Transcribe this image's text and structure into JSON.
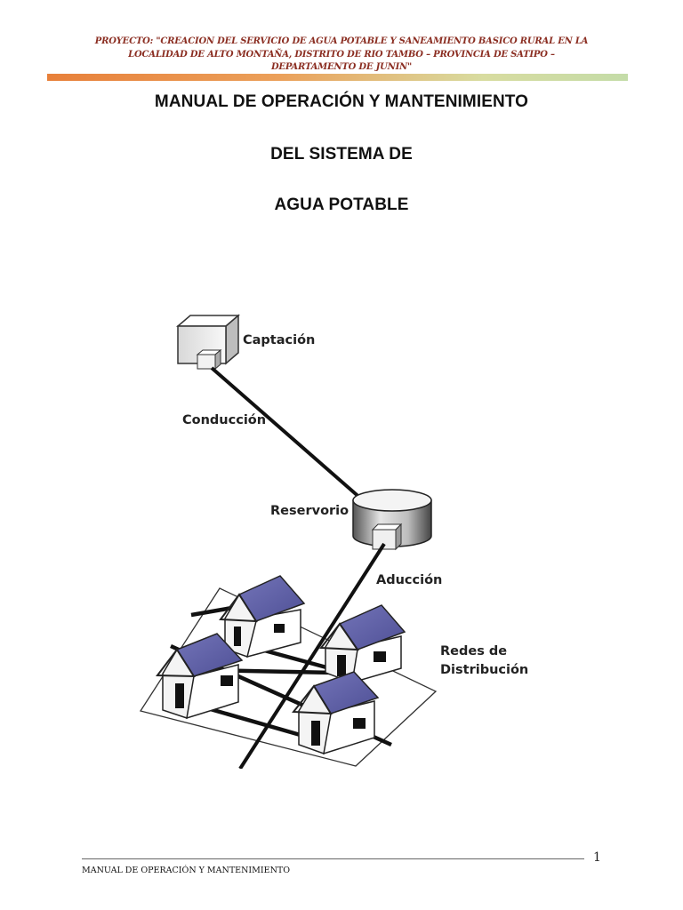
{
  "header": {
    "project_line": "PROYECTO: \"CREACION DEL SERVICIO DE AGUA POTABLE Y SANEAMIENTO BASICO RURAL EN LA LOCALIDAD DE ALTO MONTAÑA, DISTRITO DE RIO TAMBO – PROVINCIA DE SATIPO – DEPARTAMENTO DE JUNIN\"",
    "bar_colors": [
      "#e8803a",
      "#c4dca8"
    ]
  },
  "title": {
    "line1": "MANUAL DE OPERACIÓN Y MANTENIMIENTO",
    "line2": "DEL SISTEMA DE",
    "line3": "AGUA POTABLE"
  },
  "diagram": {
    "labels": {
      "captacion": "Captación",
      "conduccion": "Conducción",
      "reservorio": "Reservorio",
      "aduccion": "Aducción",
      "redes_line1": "Redes de",
      "redes_line2": "Distribución"
    },
    "roof_color": "#5e5fa6"
  },
  "footer": {
    "page_number": "1",
    "text": "MANUAL DE OPERACIÓN Y MANTENIMIENTO"
  }
}
